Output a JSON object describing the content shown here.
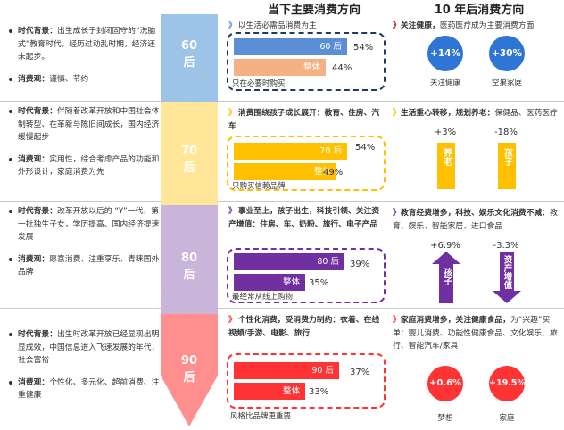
{
  "titles": {
    "current": "当下主要消费方向",
    "future": "10 年后消费方向"
  },
  "colors": {
    "c60": "#5b8ed6",
    "c70": "#ffc000",
    "c80": "#7030a0",
    "c90": "#ff3333",
    "overall": "#f4b183",
    "arrow60": "#9dc3e6",
    "arrow70": "#ffe699",
    "arrow80": "#c9b5d9",
    "arrow90": "#ff8f8f"
  },
  "rows": [
    {
      "decade_num": "60",
      "decade_unit": "后",
      "bg_label": "时代背景：",
      "bg_text": "出生成长于封闭固守的“洗脑式”教育时代，经历过动乱时期，经济还未起步。",
      "view_label": "消费观：",
      "view_text": "谨慎、节约",
      "mid_mark": "》",
      "mid_text": "以生活必需品消费为主",
      "bar_label": "60 后",
      "bar_value": 54,
      "bar_pct": "54%",
      "overall_label": "整体",
      "overall_value": 44,
      "overall_pct": "44%",
      "note": "只在必要时购买",
      "right_mark": "》",
      "right_text_bold": "关注健康，",
      "right_text": "医药医疗成为主要消费方面",
      "items": [
        {
          "value": "+14%",
          "label": "关注健康"
        },
        {
          "value": "+30%",
          "label": "空巢家庭"
        }
      ]
    },
    {
      "decade_num": "70",
      "decade_unit": "后",
      "bg_label": "时代背景：",
      "bg_text": "伴随着改革开放和中国社会体制转型、在革新与陈旧间成长，国内经济缓慢起步",
      "view_label": "消费观：",
      "view_text": "实用性，综合考虑产品的功能和外形设计，家庭消费为先",
      "mid_mark": "》",
      "mid_text": "消费围绕孩子成长展开：教育、住房、汽车",
      "bar_label": "70 后",
      "bar_value": 54,
      "bar_pct": "54%",
      "overall_label": "整体",
      "overall_value": 49,
      "overall_pct": "49%",
      "note": "只购买信赖品牌",
      "right_mark": "》",
      "right_text_bold": "生活重心转移，规划养老：",
      "right_text": "保健品、医药医疗",
      "items": [
        {
          "value": "+3%",
          "label": "养老"
        },
        {
          "value": "-18%",
          "label": "孩子"
        }
      ]
    },
    {
      "decade_num": "80",
      "decade_unit": "后",
      "bg_label": "时代背景：",
      "bg_text": "改革开放以后的 “Y”一代，第一批独生子女，学历提高、国内经济提速发展",
      "view_label": "消费观：",
      "view_text": "愿意消费、注重享乐、青睐国外品牌",
      "mid_mark": "》",
      "mid_text": "事业至上，孩子出生，科技引领、关注资产增值：住房、车、奶粉、旅行、电子产品",
      "bar_label": "80 后",
      "bar_value": 39,
      "bar_pct": "39%",
      "overall_label": "整体",
      "overall_value": 35,
      "overall_pct": "35%",
      "note": "最经常从线上购物",
      "right_mark": "》",
      "right_text_bold": "教育经费增多，科技、娱乐文化消费不减：",
      "right_text": "教育、娱乐、智能家居、进口食品",
      "items": [
        {
          "value": "+6.9%",
          "label": "孩子"
        },
        {
          "value": "-3.3%",
          "label": "资产增值"
        }
      ]
    },
    {
      "decade_num": "90",
      "decade_unit": "后",
      "bg_label": "时代背景：",
      "bg_text": "出生时改革开放已经显现出明显成效，中国信息进入飞速发展的年代，社会富裕",
      "view_label": "消费观：",
      "view_text": "个性化、多元化、超前消费、注重健康",
      "mid_mark": "》",
      "mid_text": "个性化消费，受消费力制约：衣着、在线视频/手游、电影、旅行",
      "bar_label": "90 后",
      "bar_value": 37,
      "bar_pct": "37%",
      "overall_label": "整体",
      "overall_value": 33,
      "overall_pct": "33%",
      "note": "风格比品牌更重要",
      "right_mark": "》",
      "right_text_bold": "家庭消费增多，关注健康食品，",
      "right_text": "为“兴趣”买单：婴儿消费、功能性健康食品、文化娱乐、旅行、智能汽车/家具",
      "items": [
        {
          "value": "+0.6%",
          "label": "梦想"
        },
        {
          "value": "+19.5%",
          "label": "家庭"
        }
      ]
    }
  ]
}
